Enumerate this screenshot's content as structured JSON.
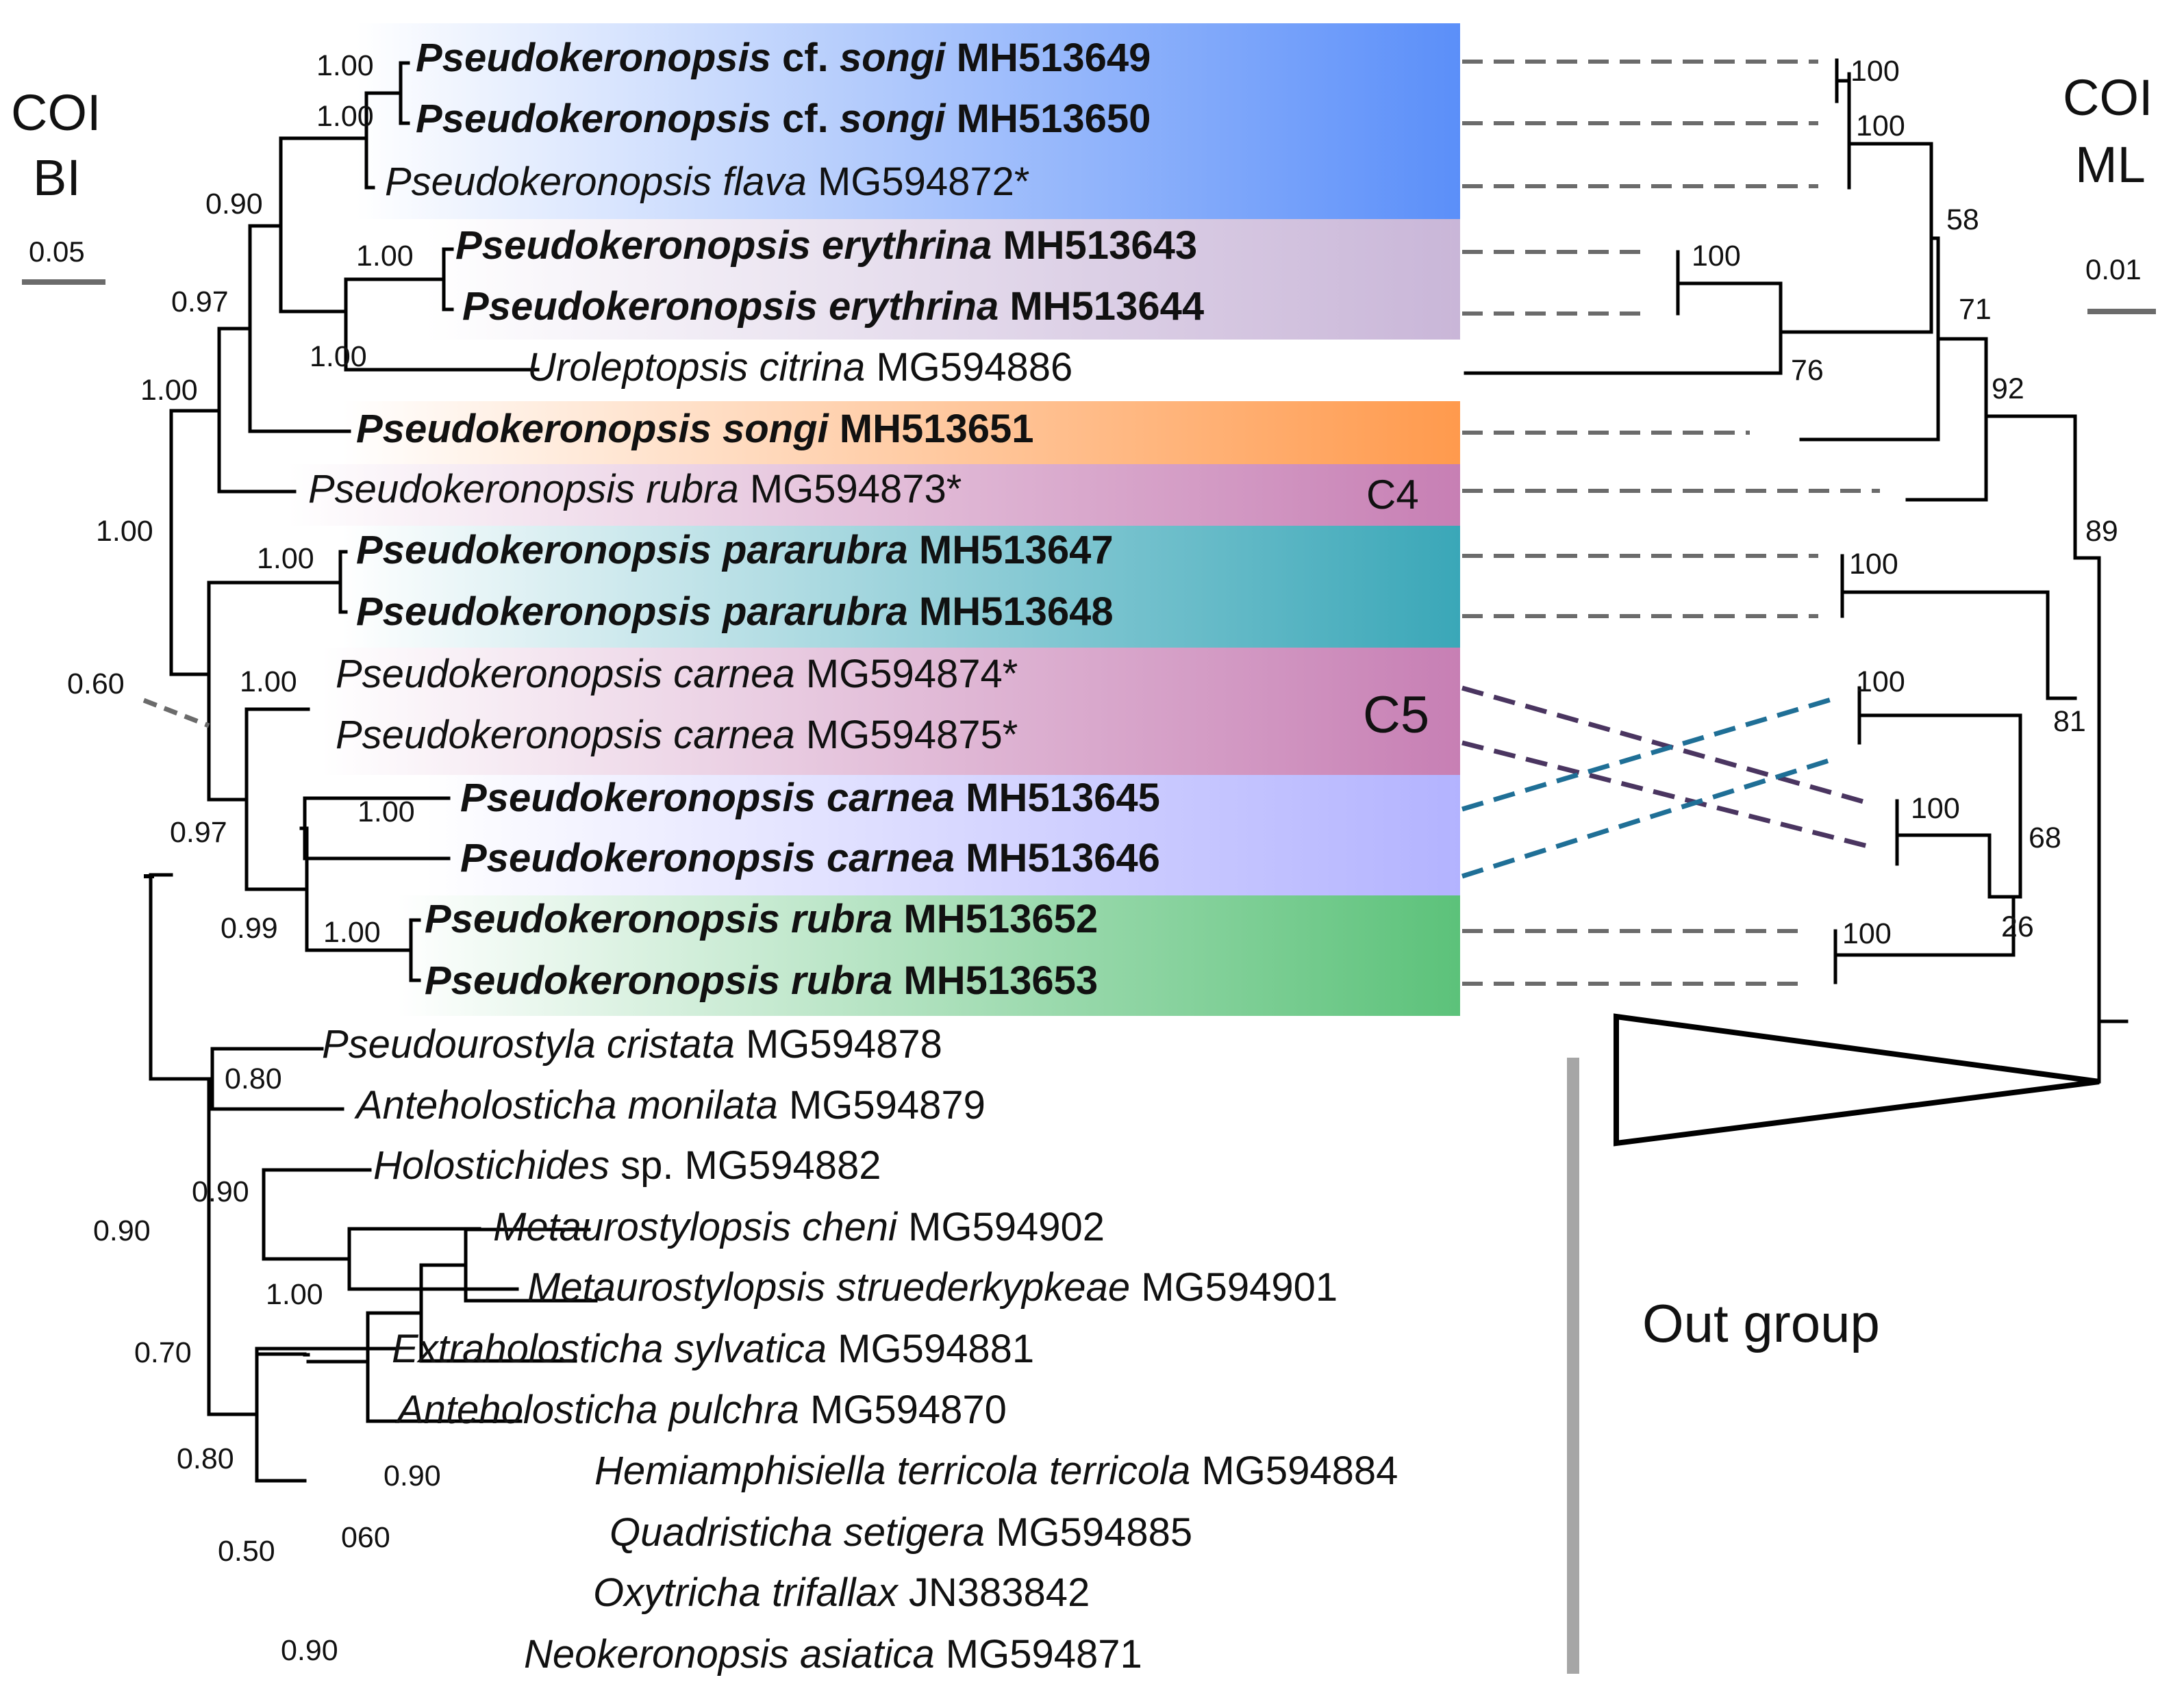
{
  "left_tree": {
    "title_line1": "COI",
    "title_line2": "BI",
    "scale_label": "0.05",
    "taxa": [
      {
        "genus": "Pseudokeronopsis",
        "mid": " cf. ",
        "epithet": "songi",
        "accession": " MH513649",
        "bold": true
      },
      {
        "genus": "Pseudokeronopsis",
        "mid": " cf. ",
        "epithet": "songi",
        "accession": " MH513650",
        "bold": true
      },
      {
        "genus": "Pseudokeronopsis flava",
        "mid": "",
        "epithet": "",
        "accession": " MG594872*",
        "bold": false
      },
      {
        "genus": "Pseudokeronopsis erythrina",
        "mid": "",
        "epithet": "",
        "accession": " MH513643",
        "bold": true
      },
      {
        "genus": "Pseudokeronopsis erythrina",
        "mid": "",
        "epithet": "",
        "accession": " MH513644",
        "bold": true
      },
      {
        "genus": "Uroleptopsis citrina",
        "mid": "",
        "epithet": "",
        "accession": " MG594886",
        "bold": false
      },
      {
        "genus": "Pseudokeronopsis songi",
        "mid": "",
        "epithet": "",
        "accession": " MH513651",
        "bold": true
      },
      {
        "genus": "Pseudokeronopsis rubra",
        "mid": "",
        "epithet": "",
        "accession": "  MG594873*",
        "bold": false
      },
      {
        "genus": "Pseudokeronopsis pararubra",
        "mid": "",
        "epithet": "",
        "accession": " MH513647",
        "bold": true
      },
      {
        "genus": "Pseudokeronopsis pararubra",
        "mid": "",
        "epithet": "",
        "accession": " MH513648",
        "bold": true
      },
      {
        "genus": "Pseudokeronopsis carnea",
        "mid": "",
        "epithet": "",
        "accession": " MG594874*",
        "bold": false
      },
      {
        "genus": "Pseudokeronopsis carnea",
        "mid": "",
        "epithet": "",
        "accession": " MG594875*",
        "bold": false
      },
      {
        "genus": "Pseudokeronopsis carnea",
        "mid": "",
        "epithet": "",
        "accession": " MH513645",
        "bold": true
      },
      {
        "genus": "Pseudokeronopsis carnea",
        "mid": "",
        "epithet": "",
        "accession": " MH513646",
        "bold": true
      },
      {
        "genus": "Pseudokeronopsis rubra",
        "mid": "",
        "epithet": "",
        "accession": " MH513652",
        "bold": true
      },
      {
        "genus": "Pseudokeronopsis rubra",
        "mid": "",
        "epithet": "",
        "accession": " MH513653",
        "bold": true
      },
      {
        "genus": "Pseudourostyla cristata",
        "mid": "",
        "epithet": "",
        "accession": " MG594878",
        "bold": false
      },
      {
        "genus": "Anteholosticha monilata",
        "mid": "",
        "epithet": "",
        "accession": " MG594879",
        "bold": false
      },
      {
        "genus": "Holostichides",
        "mid": "",
        "epithet": "",
        "accession": " sp. MG594882",
        "bold": false
      },
      {
        "genus": "Metaurostylopsis cheni",
        "mid": "",
        "epithet": "",
        "accession": " MG594902",
        "bold": false
      },
      {
        "genus": "Metaurostylopsis struederkypkeae",
        "mid": "",
        "epithet": "",
        "accession": " MG594901",
        "bold": false
      },
      {
        "genus": "Extraholosticha sylvatica",
        "mid": "",
        "epithet": "",
        "accession": " MG594881",
        "bold": false
      },
      {
        "genus": "Anteholosticha pulchra",
        "mid": "",
        "epithet": "",
        "accession": " MG594870",
        "bold": false
      },
      {
        "genus": "Hemiamphisiella terricola terricola",
        "mid": "",
        "epithet": "",
        "accession": " MG594884",
        "bold": false
      },
      {
        "genus": "Quadristicha setigera",
        "mid": "",
        "epithet": "",
        "accession": " MG594885",
        "bold": false
      },
      {
        "genus": "Oxytricha trifallax",
        "mid": "",
        "epithet": "",
        "accession": " JN383842",
        "bold": false
      },
      {
        "genus": "Neokeronopsis asiatica",
        "mid": "",
        "epithet": "",
        "accession": " MG594871",
        "bold": false
      }
    ],
    "support_values": [
      "1.00",
      "1.00",
      "0.90",
      "1.00",
      "1.00",
      "0.97",
      "1.00",
      "1.00",
      "1.00",
      "0.60",
      "1.00",
      "0.97",
      "1.00",
      "0.99",
      "1.00",
      "0.80",
      "0.90",
      "1.00",
      "0.90",
      "0.70",
      "0.80",
      "0.90",
      "060",
      "0.50",
      "0.90"
    ]
  },
  "clade_labels": {
    "c4": "C4",
    "c5": "C5"
  },
  "right_tree": {
    "title_line1": "COI",
    "title_line2": "ML",
    "scale_label": "0.01",
    "support_values": [
      "100",
      "100",
      "58",
      "100",
      "71",
      "76",
      "92",
      "89",
      "100",
      "100",
      "81",
      "100",
      "68",
      "100",
      "26"
    ],
    "outgroup_label": "Out group"
  },
  "colors": {
    "blue_group": "#5b8ff9",
    "lilac_group": "#c9b6d8",
    "orange_group": "#ff9a4d",
    "mauve_group": "#c77fb4",
    "teal_group": "#3aa7b8",
    "violet_group": "#b3b3ff",
    "green_group": "#5cc27a",
    "grey_connector": "#6b6b6b",
    "purple_connector": "#4a3560",
    "blue_connector": "#1f6f96",
    "outgroup_bar": "#a6a6a6"
  }
}
